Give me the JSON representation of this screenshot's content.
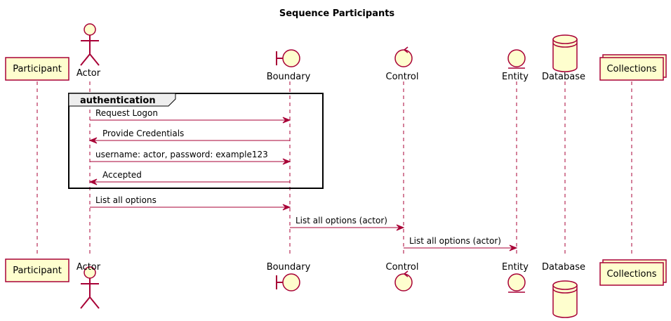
{
  "diagram": {
    "title": "Sequence Participants",
    "participants": [
      {
        "id": "participant",
        "label": "Participant",
        "kind": "box"
      },
      {
        "id": "actor",
        "label": "Actor",
        "kind": "actor"
      },
      {
        "id": "boundary",
        "label": "Boundary",
        "kind": "boundary"
      },
      {
        "id": "control",
        "label": "Control",
        "kind": "control"
      },
      {
        "id": "entity",
        "label": "Entity",
        "kind": "entity"
      },
      {
        "id": "database",
        "label": "Database",
        "kind": "database"
      },
      {
        "id": "collections",
        "label": "Collections",
        "kind": "collections"
      }
    ],
    "group": {
      "label": "authentication"
    },
    "messages": [
      {
        "from": "actor",
        "to": "boundary",
        "label": "Request Logon"
      },
      {
        "from": "boundary",
        "to": "actor",
        "label": "Provide Credentials"
      },
      {
        "from": "actor",
        "to": "boundary",
        "label": "username: actor, password: example123"
      },
      {
        "from": "boundary",
        "to": "actor",
        "label": "Accepted"
      },
      {
        "from": "actor",
        "to": "boundary",
        "label": "List all options"
      },
      {
        "from": "boundary",
        "to": "control",
        "label": "List all options (actor)"
      },
      {
        "from": "control",
        "to": "entity",
        "label": "List all options (actor)"
      }
    ],
    "colors": {
      "line": "#A80036",
      "fill": "#FEFECE"
    }
  }
}
